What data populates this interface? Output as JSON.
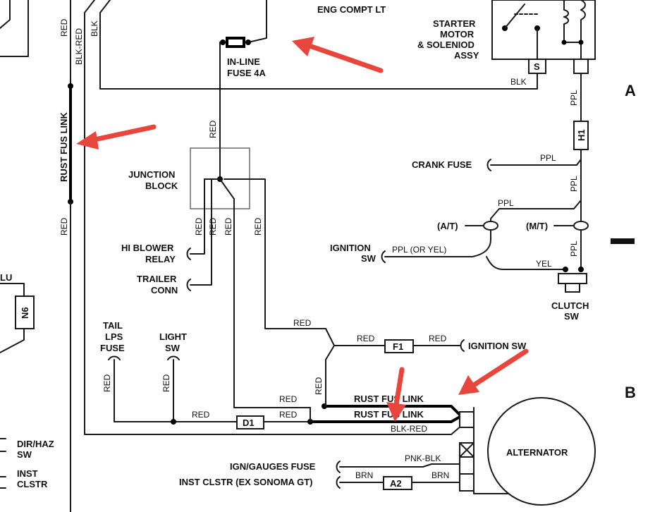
{
  "components": {
    "eng_compt_lt": "ENG COMPT LT",
    "starter": [
      "STARTER",
      "MOTOR",
      "& SOLENIOD",
      "ASSY"
    ],
    "starter_terminal": "S",
    "inline_fuse": [
      "IN-LINE",
      "FUSE 4A"
    ],
    "rust_fus_link_left": "RUST FUS LINK",
    "junction_block": [
      "JUNCTION",
      "BLOCK"
    ],
    "hi_blower_relay": [
      "HI BLOWER",
      "RELAY"
    ],
    "trailer_conn": [
      "TRAILER",
      "CONN"
    ],
    "tail_lps_fuse": [
      "TAIL",
      "LPS",
      "FUSE"
    ],
    "light_sw": [
      "LIGHT",
      "SW"
    ],
    "crank_fuse": "CRANK FUSE",
    "ignition_sw_left": [
      "IGNITION",
      "SW"
    ],
    "at_label": "(A/T)",
    "mt_label": "(M/T)",
    "clutch_sw": [
      "CLUTCH",
      "SW"
    ],
    "ignition_sw_right": "IGNITION SW",
    "rust_fus_link_1": "RUST FUS LINK",
    "rust_fus_link_2": "RUST FUS LINK",
    "alternator": "ALTERNATOR",
    "ign_gauges_fuse": "IGN/GAUGES FUSE",
    "inst_clstr_ex": "INST CLSTR (EX SONOMA GT)",
    "dir_haz_sw": [
      "DIR/HAZ",
      "SW"
    ],
    "inst_clstr": [
      "INST",
      "CLSTR"
    ],
    "partial_lu": "LU",
    "connector_n6": "N6",
    "connector_h1": "H1",
    "connector_f1": "F1",
    "connector_d1": "D1",
    "connector_a2": "A2",
    "section_a": "A",
    "section_b": "B"
  },
  "wires": {
    "red": "RED",
    "blk_red": "BLK-RED",
    "blk": "BLK",
    "ppl": "PPL",
    "ppl_or_yel": "PPL (OR YEL)",
    "yel": "YEL",
    "pnk_blk": "PNK-BLK",
    "brn": "BRN"
  },
  "annotation_color": "#e8453c"
}
